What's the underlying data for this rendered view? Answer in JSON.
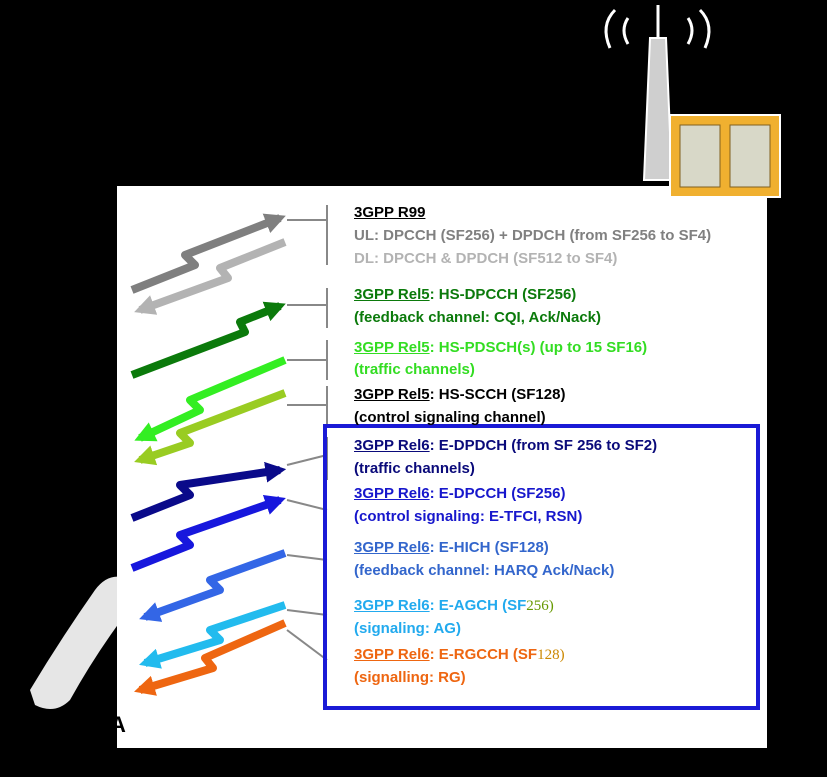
{
  "colors": {
    "r99_gray": "#7f7f7f",
    "r99_light": "#b3b3b3",
    "dark_green": "#0b7a0b",
    "bright_green": "#33ee22",
    "olive_green": "#99cc22",
    "navy": "#0a0a8a",
    "blue": "#1717dd",
    "mid_blue": "#3366e6",
    "cyan": "#22bbee",
    "orange": "#ee6611",
    "olive_text": "#669900",
    "box_border": "#1a1ad6"
  },
  "icons": {
    "base_station": "base-station-icon",
    "handset": "handset-icon"
  },
  "ue_label": "A",
  "entries": [
    {
      "tag": "3GPP R99",
      "rest": "",
      "color": "#000000"
    },
    {
      "tag": "",
      "rest": "UL: DPCCH (SF256) + DPDCH (from SF256 to SF4)",
      "color": "#808080"
    },
    {
      "tag": "",
      "rest": "DL: DPCCH & DPDCH (SF512 to SF4)",
      "color": "#b3b3b3"
    },
    {
      "tag": "3GPP Rel5",
      "rest": ": HS-DPCCH (SF256)",
      "color": "#0b7a0b"
    },
    {
      "tag": "",
      "rest": "(feedback channel: CQI, Ack/Nack)",
      "color": "#0b7a0b"
    },
    {
      "tag": "3GPP Rel5",
      "rest": ": HS-PDSCH(s) (up to 15 SF16)",
      "color": "#33dd22"
    },
    {
      "tag": "",
      "rest": "(traffic channels)",
      "color": "#33dd22"
    },
    {
      "tag": "3GPP Rel5",
      "rest": ": HS-SCCH (SF128)",
      "color": "#000000"
    },
    {
      "tag": "",
      "rest": "(control signaling channel)",
      "color": "#000000"
    },
    {
      "tag": "3GPP Rel6",
      "rest": ": E-DPDCH (from SF 256 to SF2)",
      "color": "#0a0a7a"
    },
    {
      "tag": "",
      "rest": "(traffic channels)",
      "color": "#0a0a7a"
    },
    {
      "tag": "3GPP Rel6",
      "rest": ": E-DPCCH (SF256)",
      "color": "#1717cc"
    },
    {
      "tag": "",
      "rest": "(control signaling: E-TFCI, RSN)",
      "color": "#1717cc"
    },
    {
      "tag": "3GPP Rel6",
      "rest": ": E-HICH (SF128)",
      "color": "#3366cc"
    },
    {
      "tag": "",
      "rest": "(feedback channel: HARQ Ack/Nack)",
      "color": "#3366cc"
    },
    {
      "tag": "3GPP Rel6",
      "rest": ": E-AGCH (SF",
      "suffix": "256)",
      "suffix_color": "#669900",
      "color": "#22aaee"
    },
    {
      "tag": "",
      "rest": "(signaling: AG)",
      "color": "#22aaee"
    },
    {
      "tag": "3GPP Rel6",
      "rest": ": E-RGCCH (SF",
      "suffix": "128)",
      "suffix_color": "#cc8800",
      "color": "#ee6611"
    },
    {
      "tag": "",
      "rest": "(signalling: RG)",
      "color": "#ee6611"
    }
  ]
}
